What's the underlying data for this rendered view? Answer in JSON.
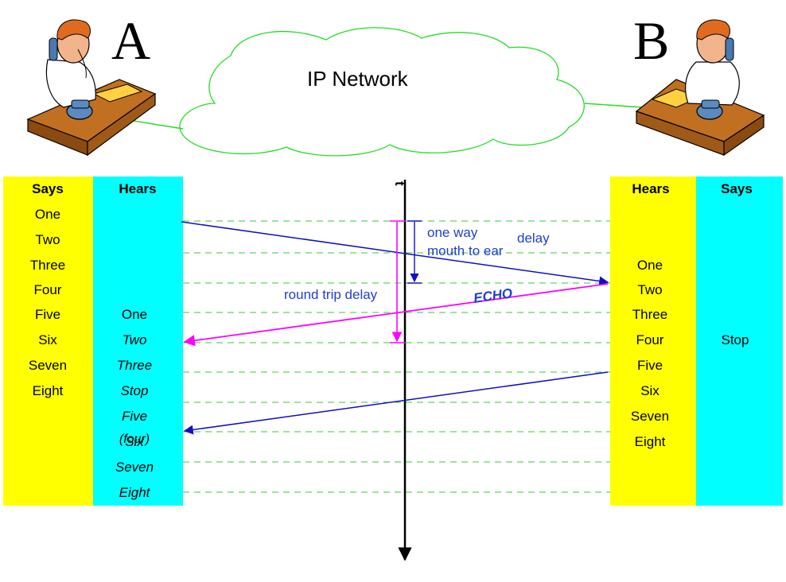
{
  "network": {
    "label": "IP Network"
  },
  "party_a": {
    "letter": "A"
  },
  "party_b": {
    "letter": "B"
  },
  "axis": {
    "label": "t"
  },
  "columns": {
    "a_says": {
      "header": "Says",
      "items": [
        "One",
        "Two",
        "Three",
        "Four",
        "Five",
        "Six",
        "Seven",
        "Eight"
      ]
    },
    "a_hears": {
      "header": "Hears",
      "items": [
        "One",
        "Two",
        "Three",
        "Stop",
        "Five",
        "(four)",
        "Six",
        "Seven",
        "Eight"
      ]
    },
    "b_hears": {
      "header": "Hears",
      "items": [
        "One",
        "Two",
        "Three",
        "Four",
        "Five",
        "Six",
        "Seven",
        "Eight"
      ]
    },
    "b_says": {
      "header": "Says",
      "items": [
        "Stop"
      ]
    }
  },
  "annotations": {
    "one_way": "one way",
    "mouth_to_ear": "mouth to ear",
    "delay": "delay",
    "round_trip": "round trip delay",
    "echo": "ECHO"
  },
  "colors": {
    "yellow": "#ffff00",
    "cyan": "#00ffff",
    "blue_arrow": "#1010c0",
    "magenta": "#ff00ff",
    "grid": "#33cc33",
    "cloud": "#22dd22",
    "label_blue": "#1f3fd0"
  }
}
